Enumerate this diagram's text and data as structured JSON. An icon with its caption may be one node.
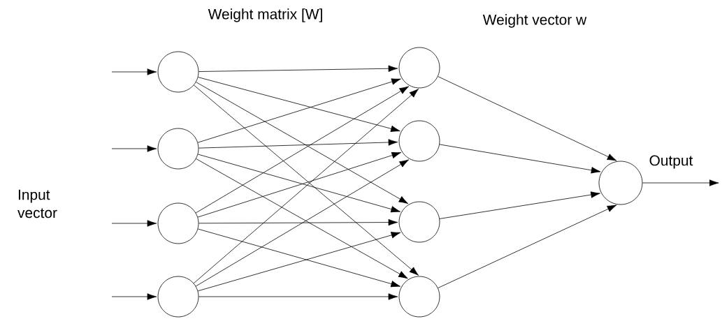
{
  "diagram": {
    "nodes": [
      {
        "text": [],
        "shape": "circle"
      },
      {
        "text": [],
        "shape": "circle"
      },
      {
        "text": [],
        "shape": "circle"
      },
      {
        "text": [],
        "shape": "circle"
      },
      {
        "text": [],
        "shape": "circle"
      },
      {
        "text": [],
        "shape": "circle"
      },
      {
        "text": [],
        "shape": "circle"
      },
      {
        "text": [],
        "shape": "circle"
      },
      {
        "text": [],
        "shape": "circle"
      }
    ],
    "edges": [
      {
        "from": null,
        "to": 0,
        "arrow": "to"
      },
      {
        "from": null,
        "to": 1,
        "arrow": "to"
      },
      {
        "from": null,
        "to": 2,
        "arrow": "to"
      },
      {
        "from": null,
        "to": 3,
        "arrow": "to"
      },
      {
        "from": 0,
        "to": 4,
        "arrow": "to"
      },
      {
        "from": 0,
        "to": 5,
        "arrow": "to"
      },
      {
        "from": 0,
        "to": 6,
        "arrow": "to"
      },
      {
        "from": 0,
        "to": 7,
        "arrow": "to"
      },
      {
        "from": 1,
        "to": 4,
        "arrow": "to"
      },
      {
        "from": 1,
        "to": 5,
        "arrow": "to"
      },
      {
        "from": 1,
        "to": 6,
        "arrow": "to"
      },
      {
        "from": 1,
        "to": 7,
        "arrow": "to"
      },
      {
        "from": 2,
        "to": 4,
        "arrow": "to"
      },
      {
        "from": 2,
        "to": 5,
        "arrow": "to"
      },
      {
        "from": 2,
        "to": 6,
        "arrow": "to"
      },
      {
        "from": 2,
        "to": 7,
        "arrow": "to"
      },
      {
        "from": 3,
        "to": 4,
        "arrow": "to"
      },
      {
        "from": 3,
        "to": 5,
        "arrow": "to"
      },
      {
        "from": 3,
        "to": 6,
        "arrow": "to"
      },
      {
        "from": 3,
        "to": 7,
        "arrow": "to"
      },
      {
        "from": 4,
        "to": 8,
        "arrow": "to"
      },
      {
        "from": 5,
        "to": 8,
        "arrow": "to"
      },
      {
        "from": 6,
        "to": 8,
        "arrow": "to"
      },
      {
        "from": 7,
        "to": 8,
        "arrow": "to"
      },
      {
        "from": 8,
        "to": null,
        "arrow": "to"
      }
    ],
    "labels": [
      "Weight matrix [W]",
      "Weight vector w",
      "Input vector",
      "Output"
    ]
  }
}
